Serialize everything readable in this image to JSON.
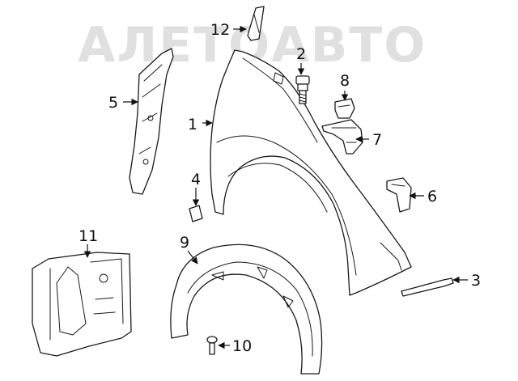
{
  "watermark": {
    "text": "АЛЕТОАВТО"
  },
  "callouts": {
    "c1": "1",
    "c2": "2",
    "c3": "3",
    "c4": "4",
    "c5": "5",
    "c6": "6",
    "c7": "7",
    "c8": "8",
    "c9": "9",
    "c10": "10",
    "c11": "11",
    "c12": "12"
  },
  "colors": {
    "line": "#1a1a1a",
    "watermark": "#c8c8c8",
    "background": "#ffffff"
  }
}
